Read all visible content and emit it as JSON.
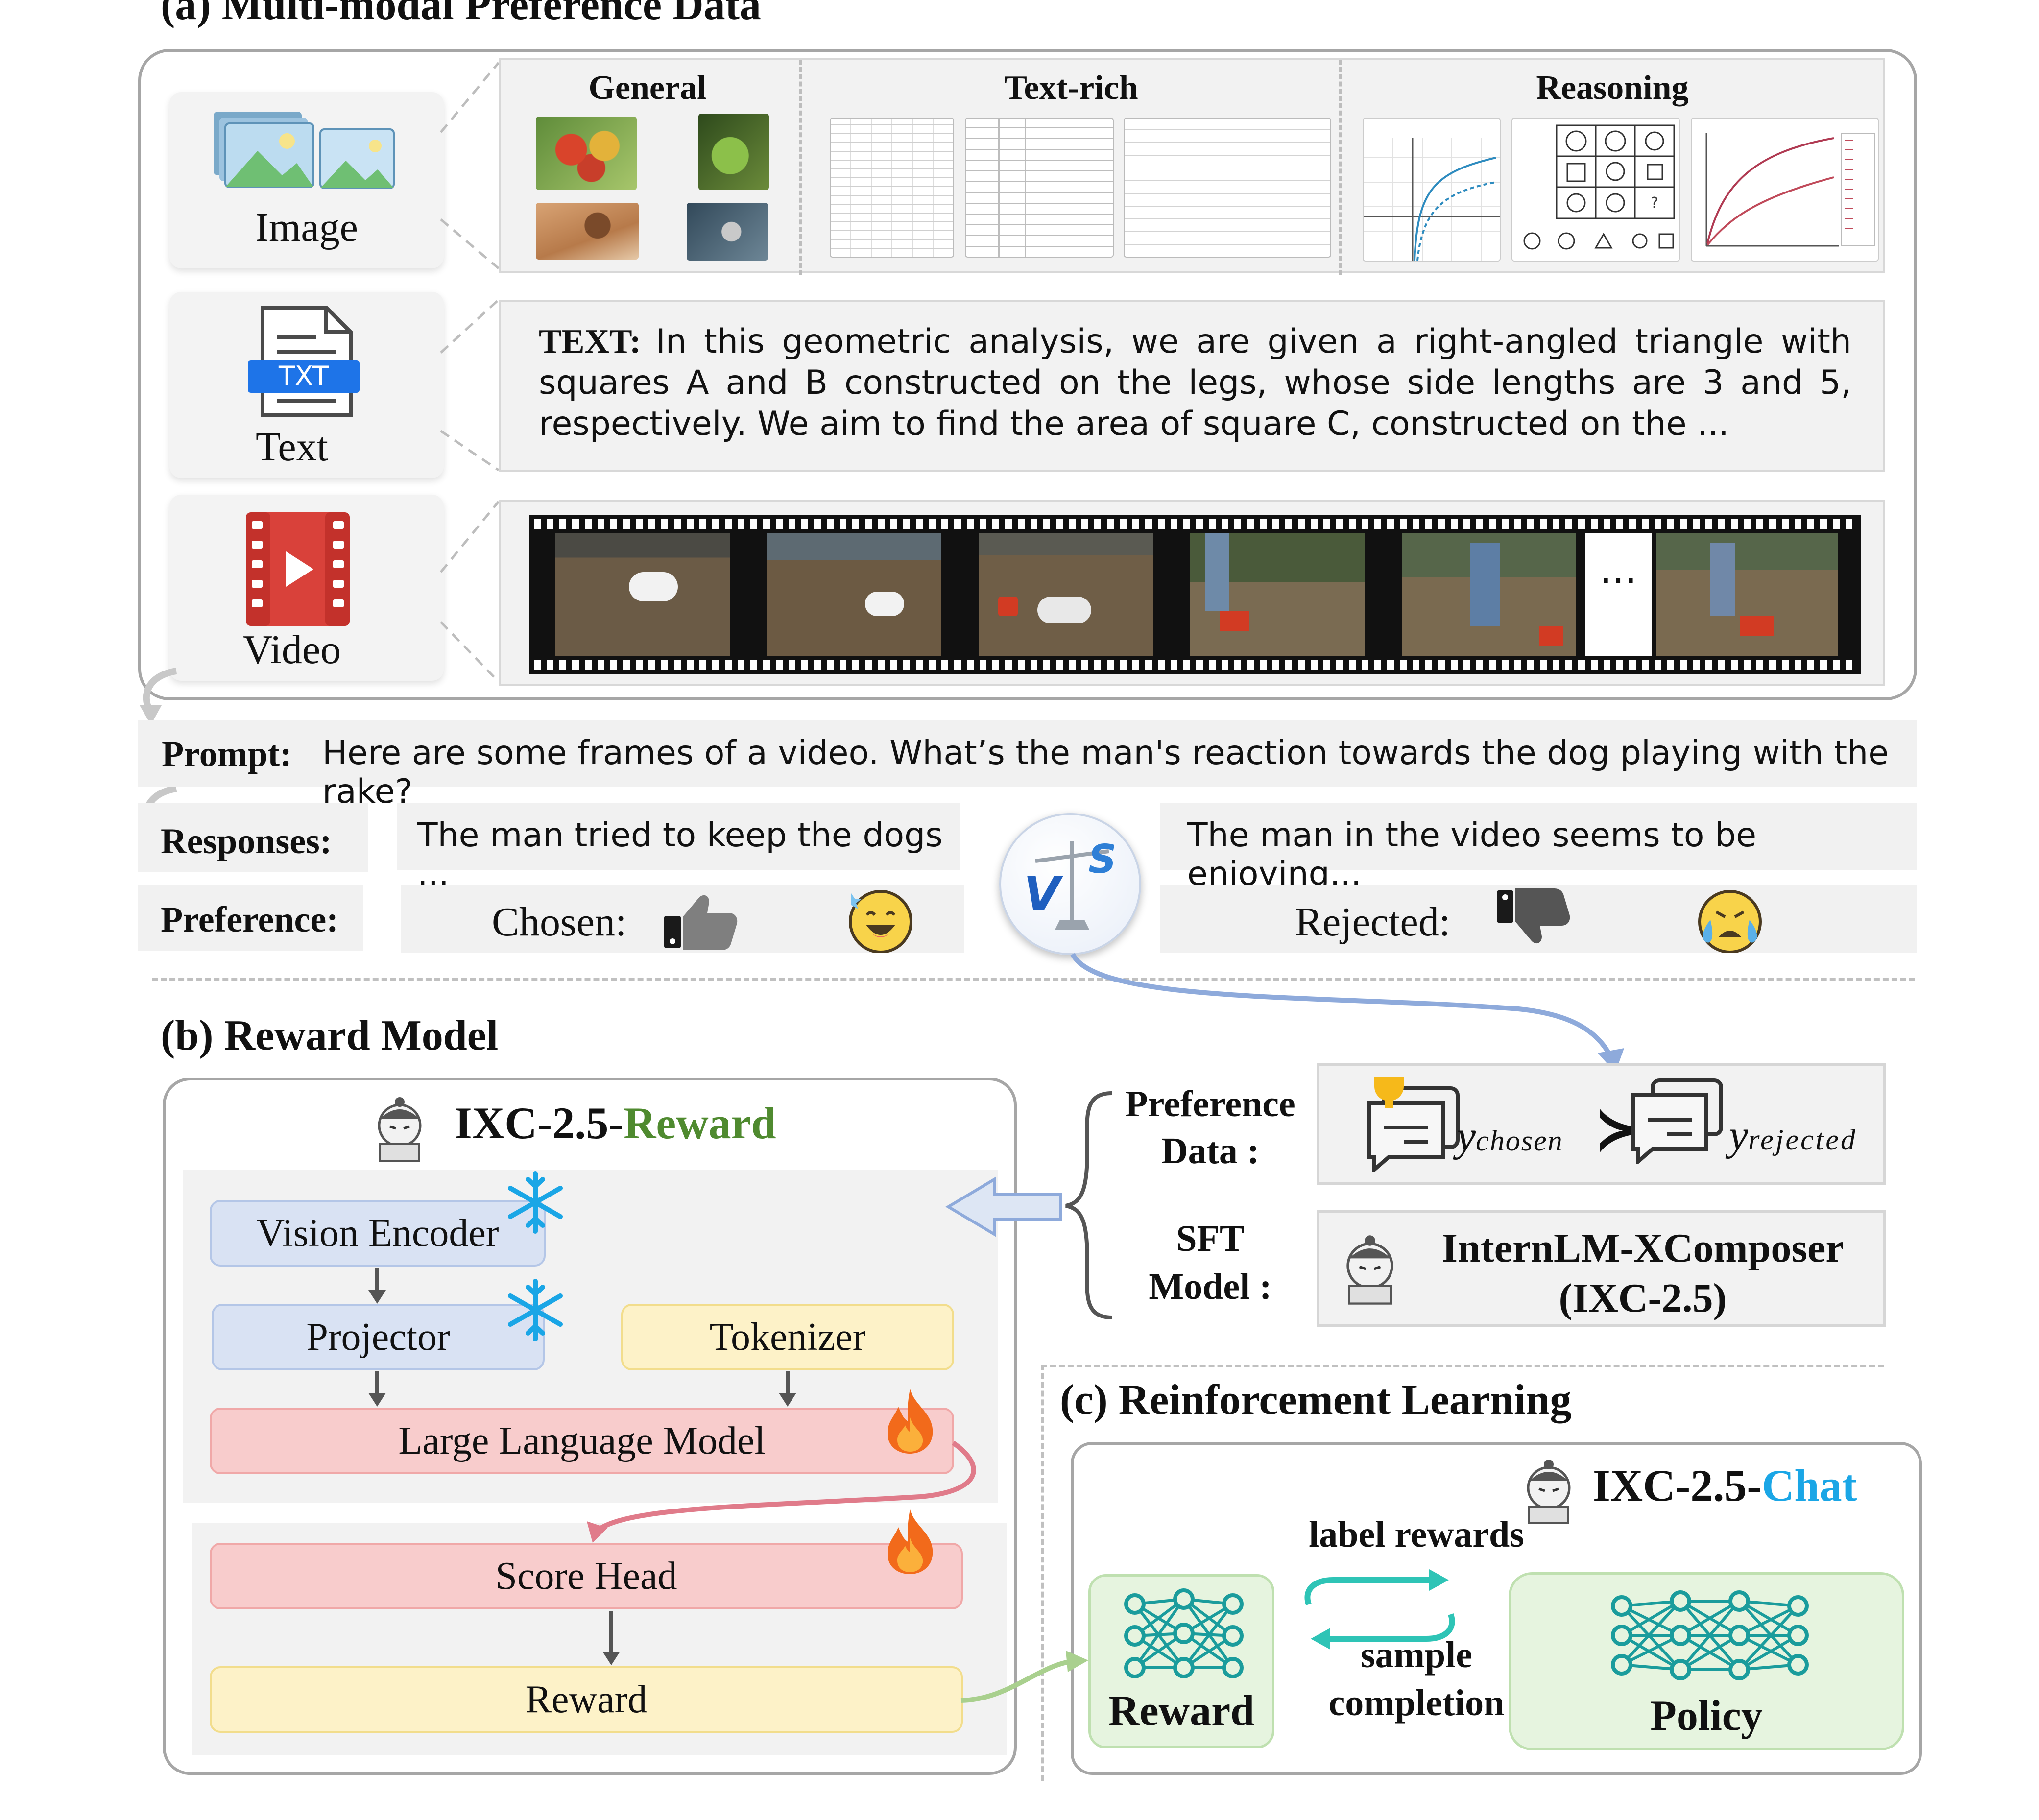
{
  "panel_a": {
    "title": "(a) Multi-modal Preference Data",
    "modalities": {
      "image": "Image",
      "text": "Text",
      "video": "Video",
      "txt_badge": "TXT"
    },
    "categories": {
      "general": "General",
      "text_rich": "Text-rich",
      "reasoning": "Reasoning"
    },
    "text_example": {
      "label": "TEXT:",
      "line1": "In this geometric analysis, we are given a right-angled triangle with",
      "line2": "squares A and B constructed on the legs, whose side lengths are 3 and 5,",
      "line3": "respectively. We aim to find the area of square C, constructed on the ..."
    },
    "video_ellipsis": "..."
  },
  "preference": {
    "prompt_label": "Prompt:",
    "prompt_text": "Here are some frames of a video. What’s the man's reaction towards the dog playing with the rake?",
    "responses_label": "Responses:",
    "response_chosen": "The man tried to keep the dogs ...",
    "response_rejected": "The man in the video seems to be enjoying...",
    "preference_label": "Preference:",
    "chosen_label": "Chosen:",
    "rejected_label": "Rejected:",
    "vs_v": "V",
    "vs_s": "S"
  },
  "panel_b": {
    "title": "(b) Reward Model",
    "model_name_prefix": "IXC-2.5-",
    "model_name_suffix": "Reward",
    "vision_encoder": "Vision Encoder",
    "projector": "Projector",
    "tokenizer": "Tokenizer",
    "llm": "Large Language Model",
    "score_head": "Score Head",
    "reward": "Reward",
    "pref_data_label_1": "Preference",
    "pref_data_label_2": "Data :",
    "y_chosen_y": "y",
    "y_chosen_sub": "chosen",
    "y_rejected_y": "y",
    "y_rejected_sub": "rejected",
    "succ_symbol": "≻",
    "sft_label_1": "SFT",
    "sft_label_2": "Model :",
    "sft_name_1": "InternLM-XComposer",
    "sft_name_2": "(IXC-2.5)"
  },
  "panel_c": {
    "title": "(c) Reinforcement Learning",
    "model_name_prefix": "IXC-2.5-",
    "model_name_suffix": "Chat",
    "reward": "Reward",
    "policy": "Policy",
    "label_rewards": "label rewards",
    "sample_1": "sample",
    "sample_2": "completion"
  },
  "icons": {
    "frozen": "snowflake-icon",
    "trainable": "fire-icon",
    "chosen": "thumbs-up-icon",
    "rejected": "thumbs-down-icon"
  },
  "colors": {
    "reward_green": "#4f8a2f",
    "chat_blue": "#1aa6e6",
    "frozen_blue": "#d9e2f3",
    "tokenizer_yellow": "#fdf2c8",
    "trainable_red": "#f8cccc",
    "rl_green": "#e6f4df",
    "arrow_blue": "#8eaadb",
    "arrow_pink": "#e07b8a",
    "arrow_green": "#a9d08e",
    "teal": "#1a9c9c"
  }
}
